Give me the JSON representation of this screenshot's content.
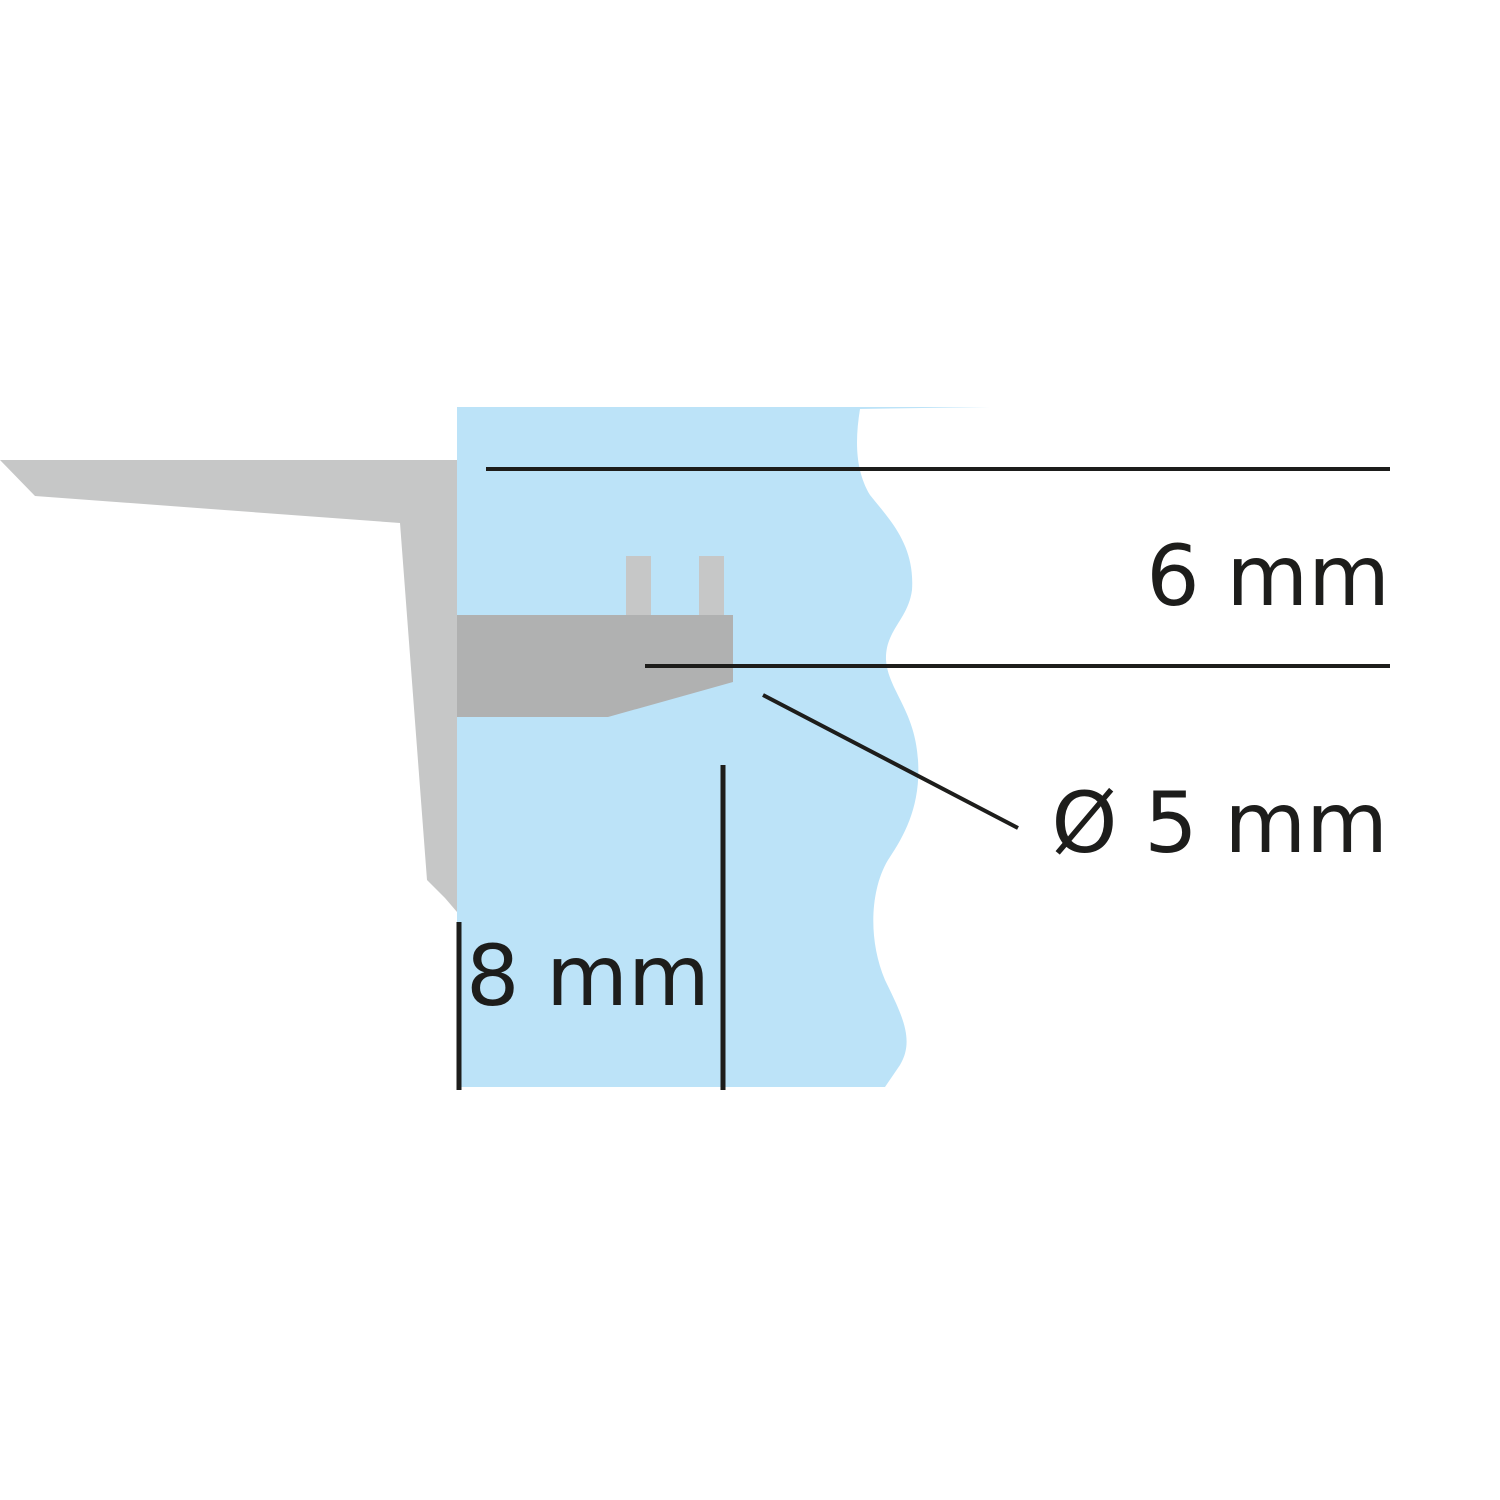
{
  "labels": {
    "thickness": "6 mm",
    "diameter": "Ø 5 mm",
    "depth": "8 mm"
  },
  "colors": {
    "glass": "#bce3f8",
    "bracket": "#c6c7c7",
    "pin": "#b0b1b1",
    "line": "#1d1d1b",
    "background": "#ffffff"
  }
}
